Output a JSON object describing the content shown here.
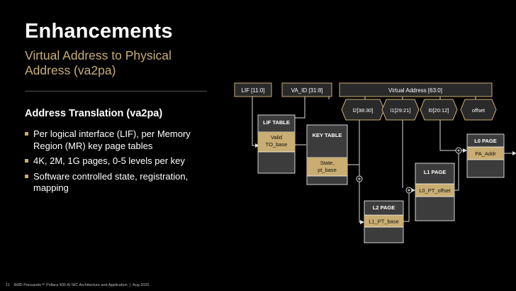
{
  "slide": {
    "title": "Enhancements",
    "subtitle": "Virtual Address to Physical Address (va2pa)",
    "section_title": "Address Translation (va2pa)",
    "bullets": [
      "Per logical interface (LIF), per Memory Region (MR) key page tables",
      "4K, 2M, 1G pages, 0-5 levels per key",
      "Software controlled state, registration, mapping"
    ],
    "page_number": "11",
    "footer": "AMD Pensando™ Pollara 400 AI NIC Architecture and Application  |  Aug 2025"
  },
  "diagram": {
    "inputs": {
      "lif": "LIF [11:0]",
      "va_id": "VA_ID [31:8]",
      "virtual_address": "Virtual Address [63:0]"
    },
    "fields": [
      "l2[38:30]",
      "l1[29:21]",
      "l0[20:12]",
      "offset"
    ],
    "tables": {
      "lif_table": {
        "title": "LIF TABLE",
        "entry": "Valid TO_base"
      },
      "key_table": {
        "title": "KEY TABLE",
        "entry": "State, pt_base"
      },
      "l2_page": {
        "title": "L2 PAGE",
        "entry": "L1_PT_base"
      },
      "l1_page": {
        "title": "L1 PAGE",
        "entry": "L0_PT_offset"
      },
      "l0_page": {
        "title": "L0 PAGE",
        "entry": "PA_Addr"
      }
    },
    "colors": {
      "gold": "#c9ad72",
      "dark_box": "#2a2a2a",
      "table_bg": "#3c3c3c",
      "text_dark": "#111111"
    }
  }
}
